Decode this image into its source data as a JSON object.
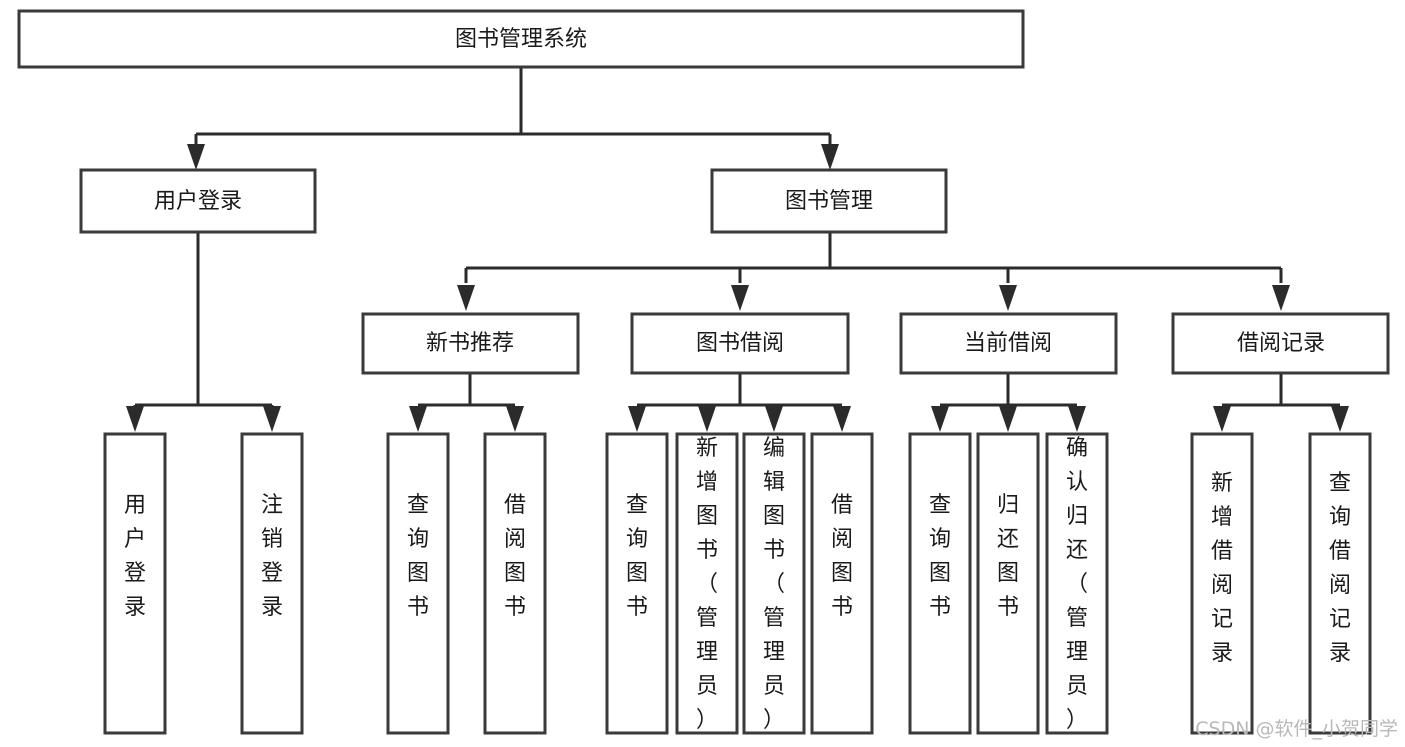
{
  "diagram": {
    "type": "tree-hierarchy-diagram",
    "title": "图书管理系统",
    "orientation": "top-down",
    "background_color": "#ffffff",
    "box_border_color": "#3a3a3a",
    "connector_color": "#2b2b2b",
    "text_color": "#1a1a1a",
    "levels": 4,
    "nodes": {
      "root": {
        "label": "图书管理系统",
        "level": 1,
        "orientation": "horizontal"
      },
      "l2": [
        {
          "id": "user-login",
          "label": "用户登录",
          "level": 2,
          "orientation": "horizontal"
        },
        {
          "id": "book-manage",
          "label": "图书管理",
          "level": 2,
          "orientation": "horizontal"
        }
      ],
      "l3": [
        {
          "id": "new-book-recommend",
          "label": "新书推荐",
          "level": 3,
          "orientation": "horizontal",
          "parent": "book-manage"
        },
        {
          "id": "book-borrow",
          "label": "图书借阅",
          "level": 3,
          "orientation": "horizontal",
          "parent": "book-manage"
        },
        {
          "id": "current-borrow",
          "label": "当前借阅",
          "level": 3,
          "orientation": "horizontal",
          "parent": "book-manage"
        },
        {
          "id": "borrow-record",
          "label": "借阅记录",
          "level": 3,
          "orientation": "horizontal",
          "parent": "book-manage"
        }
      ],
      "leaves": [
        {
          "id": "leaf-user-login",
          "label": "用户登录",
          "parent": "user-login",
          "orientation": "vertical"
        },
        {
          "id": "leaf-user-logout",
          "label": "注销登录",
          "parent": "user-login",
          "orientation": "vertical"
        },
        {
          "id": "leaf-query-book-1",
          "label": "查询图书",
          "parent": "new-book-recommend",
          "orientation": "vertical"
        },
        {
          "id": "leaf-borrow-book-1",
          "label": "借阅图书",
          "parent": "new-book-recommend",
          "orientation": "vertical"
        },
        {
          "id": "leaf-query-book-2",
          "label": "查询图书",
          "parent": "book-borrow",
          "orientation": "vertical"
        },
        {
          "id": "leaf-add-book",
          "label": "新增图书（管理员）",
          "parent": "book-borrow",
          "orientation": "vertical"
        },
        {
          "id": "leaf-edit-book",
          "label": "编辑图书（管理员）",
          "parent": "book-borrow",
          "orientation": "vertical"
        },
        {
          "id": "leaf-borrow-book-2",
          "label": "借阅图书",
          "parent": "book-borrow",
          "orientation": "vertical"
        },
        {
          "id": "leaf-query-book-3",
          "label": "查询图书",
          "parent": "current-borrow",
          "orientation": "vertical"
        },
        {
          "id": "leaf-return-book",
          "label": "归还图书",
          "parent": "current-borrow",
          "orientation": "vertical"
        },
        {
          "id": "leaf-confirm-return",
          "label": "确认归还（管理员）",
          "parent": "current-borrow",
          "orientation": "vertical"
        },
        {
          "id": "leaf-add-record",
          "label": "新增借阅记录",
          "parent": "borrow-record",
          "orientation": "vertical"
        },
        {
          "id": "leaf-query-record",
          "label": "查询借阅记录",
          "parent": "borrow-record",
          "orientation": "vertical"
        }
      ]
    }
  },
  "watermark": {
    "text": "CSDN @软件_小贺同学",
    "color": "#b9b9b9"
  }
}
